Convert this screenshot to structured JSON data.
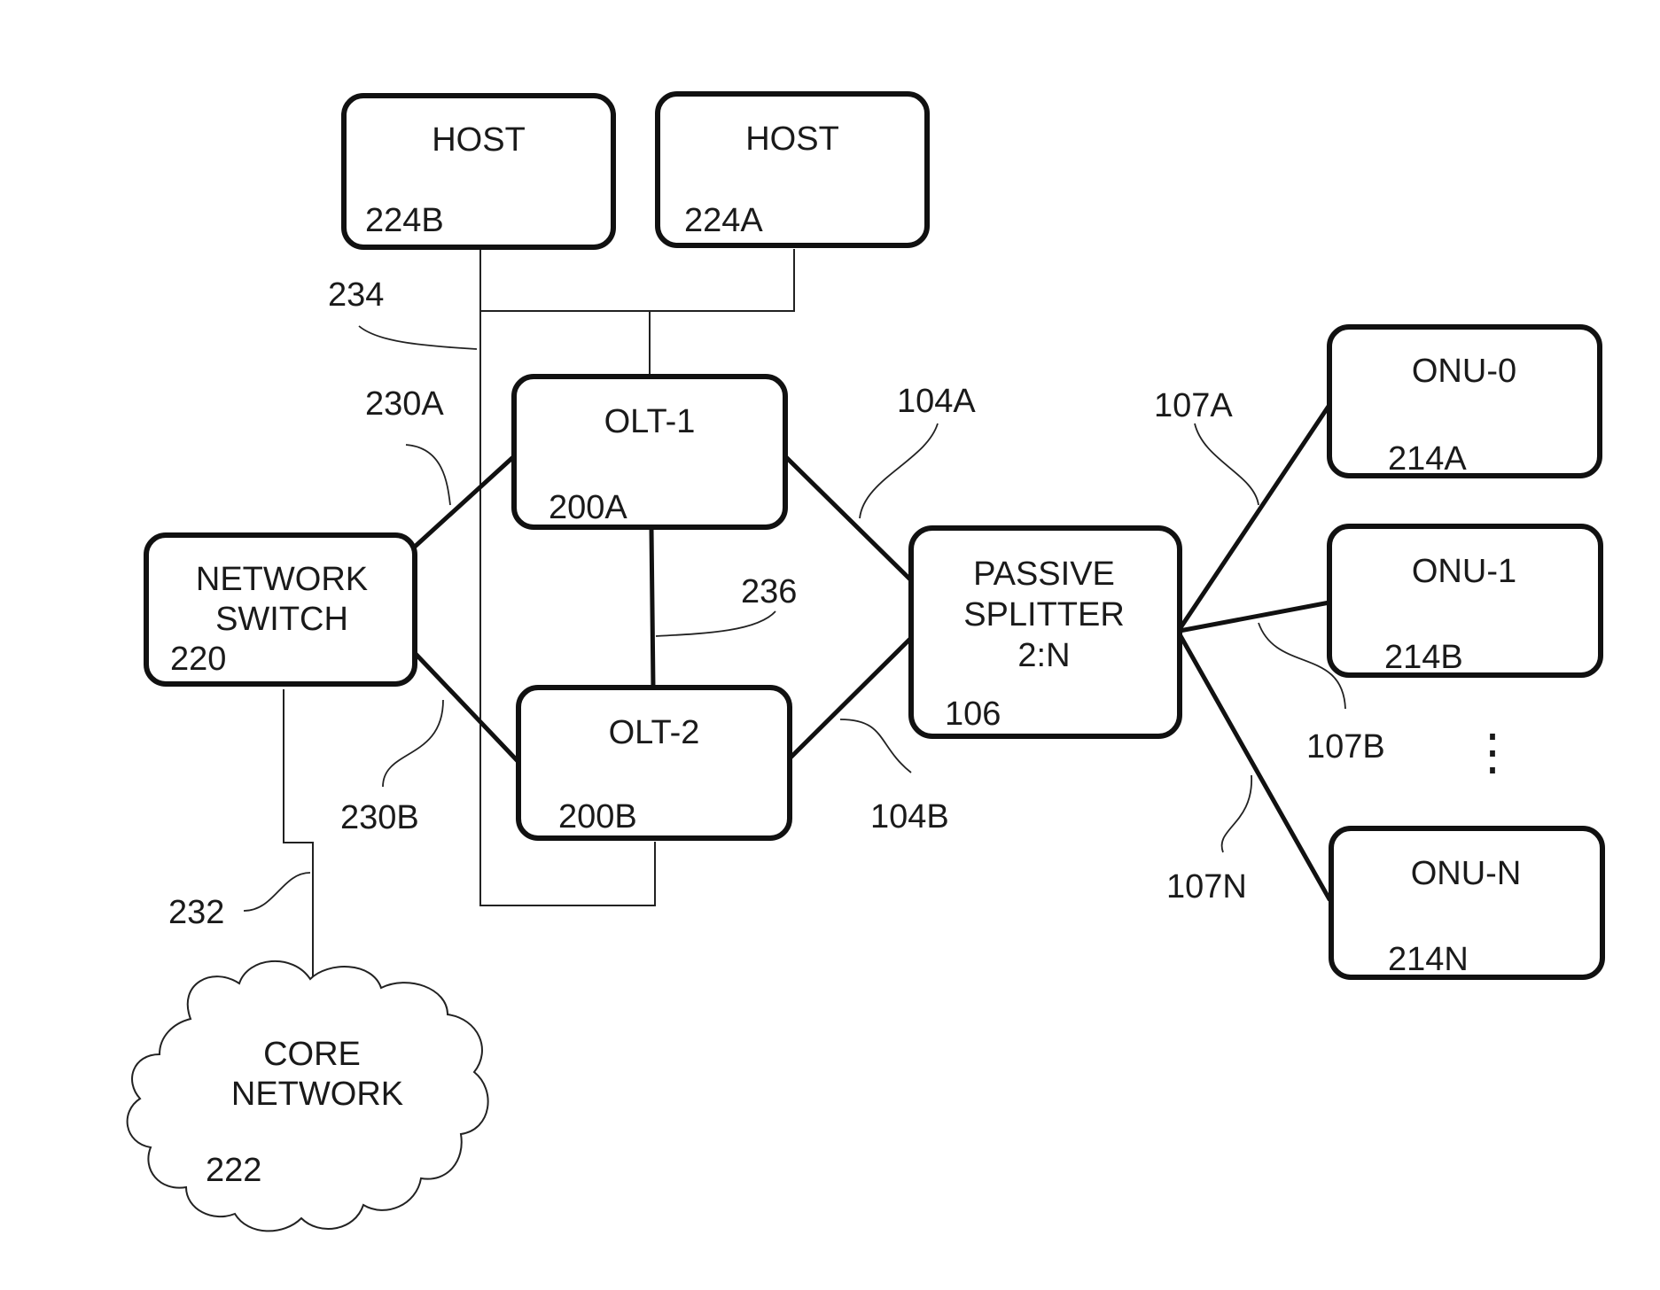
{
  "nodes": {
    "host_b": {
      "name": "HOST",
      "ref": "224B"
    },
    "host_a": {
      "name": "HOST",
      "ref": "224A"
    },
    "olt1": {
      "name": "OLT-1",
      "ref": "200A"
    },
    "olt2": {
      "name": "OLT-2",
      "ref": "200B"
    },
    "switch": {
      "line1": "NETWORK",
      "line2": "SWITCH",
      "ref": "220"
    },
    "splitter": {
      "line1": "PASSIVE",
      "line2": "SPLITTER",
      "line3": "2:N",
      "ref": "106"
    },
    "onu0": {
      "name": "ONU-0",
      "ref": "214A"
    },
    "onu1": {
      "name": "ONU-1",
      "ref": "214B"
    },
    "onun": {
      "name": "ONU-N",
      "ref": "214N"
    },
    "core": {
      "line1": "CORE",
      "line2": "NETWORK",
      "ref": "222"
    }
  },
  "link_labels": {
    "l234": "234",
    "l230a": "230A",
    "l230b": "230B",
    "l232": "232",
    "l236": "236",
    "l104a": "104A",
    "l104b": "104B",
    "l107a": "107A",
    "l107b": "107B",
    "l107n": "107N"
  },
  "ellipsis": "⋮"
}
